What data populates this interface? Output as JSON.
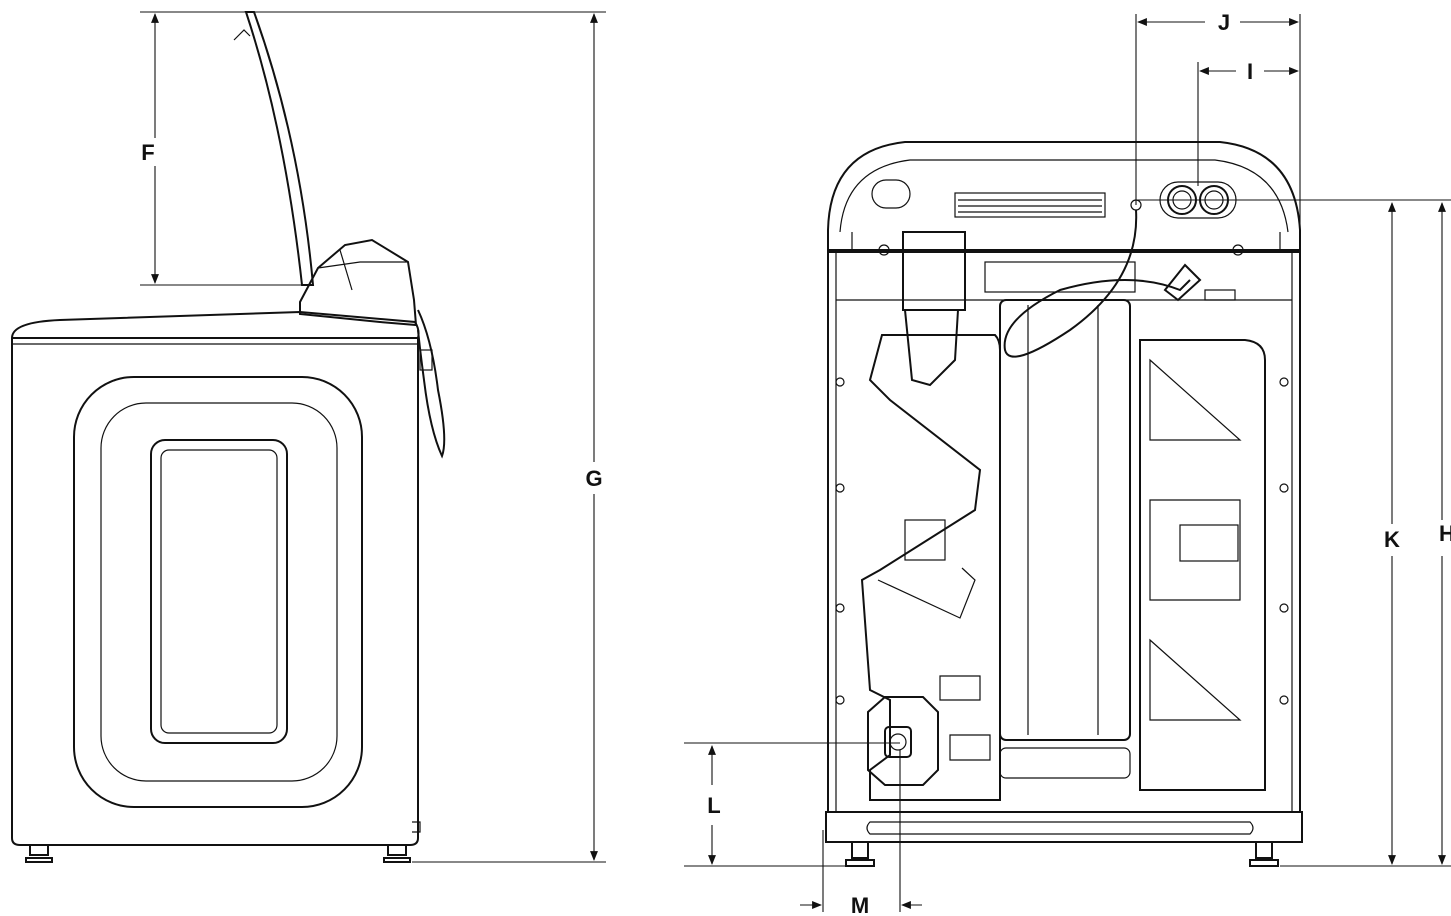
{
  "labels": {
    "F": "F",
    "G": "G",
    "J": "J",
    "I": "I",
    "K": "K",
    "H": "H",
    "L": "L",
    "M": "M"
  },
  "colors": {
    "line": "#111111",
    "background": "#ffffff"
  }
}
